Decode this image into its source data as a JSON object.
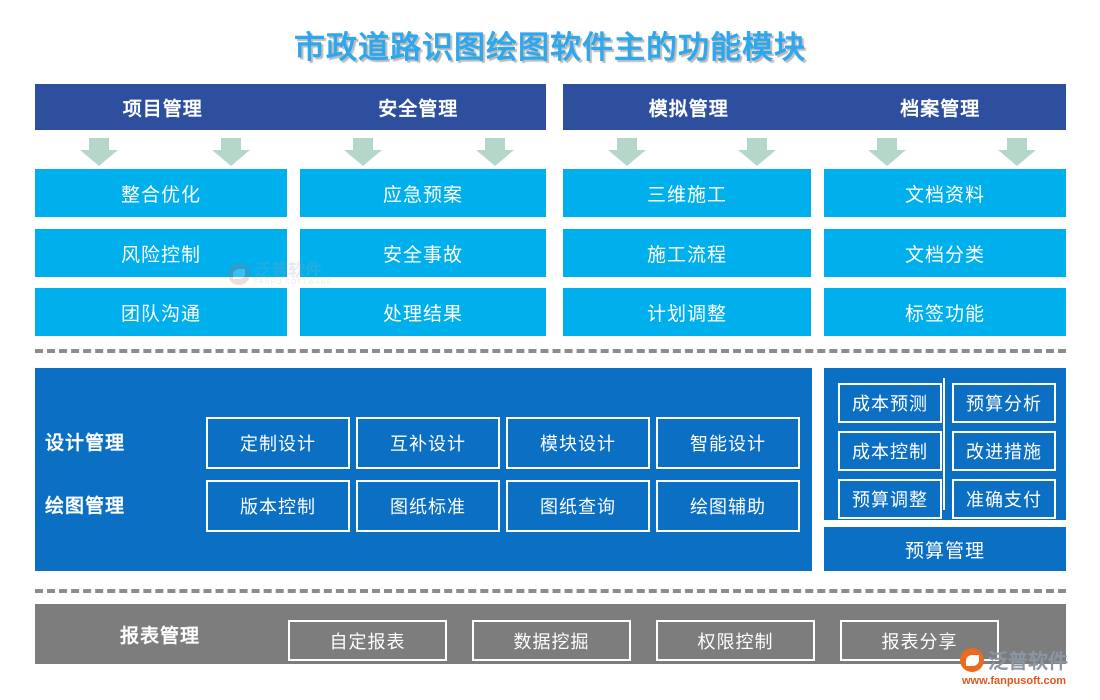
{
  "title": "市政道路识图绘图软件主的功能模块",
  "colors": {
    "title": "#2fa7ec",
    "header_bar": "#2e4f9e",
    "cyan_cell": "#00b0ec",
    "panel_blue": "#0b6fc4",
    "grey_bar": "#7d7d7d",
    "arrow": "#b4d7ca",
    "dash": "#8c8c8c",
    "logo_orange": "#e2571d"
  },
  "header_groups": [
    {
      "titles": [
        "项目管理",
        "安全管理"
      ]
    },
    {
      "titles": [
        "模拟管理",
        "档案管理"
      ]
    }
  ],
  "columns": [
    {
      "header": "项目管理",
      "items": [
        "整合优化",
        "风险控制",
        "团队沟通"
      ]
    },
    {
      "header": "安全管理",
      "items": [
        "应急预案",
        "安全事故",
        "处理结果"
      ]
    },
    {
      "header": "模拟管理",
      "items": [
        "三维施工",
        "施工流程",
        "计划调整"
      ]
    },
    {
      "header": "档案管理",
      "items": [
        "文档资料",
        "文档分类",
        "标签功能"
      ]
    }
  ],
  "design_panel": {
    "rows": [
      {
        "label": "设计管理",
        "items": [
          "定制设计",
          "互补设计",
          "模块设计",
          "智能设计"
        ]
      },
      {
        "label": "绘图管理",
        "items": [
          "版本控制",
          "图纸标准",
          "图纸查询",
          "绘图辅助"
        ]
      }
    ]
  },
  "budget_panel": {
    "left_column": [
      "成本预测",
      "成本控制",
      "预算调整"
    ],
    "right_column": [
      "预算分析",
      "改进措施",
      "准确支付"
    ],
    "footer": "预算管理"
  },
  "report_bar": {
    "label": "报表管理",
    "items": [
      "自定报表",
      "数据挖掘",
      "权限控制",
      "报表分享"
    ]
  },
  "watermark": {
    "cn": "泛普软件",
    "en": "FANPU SOFTWARE"
  },
  "logo": {
    "cn": "泛普软件",
    "url": "www.fanpusoft.com"
  }
}
